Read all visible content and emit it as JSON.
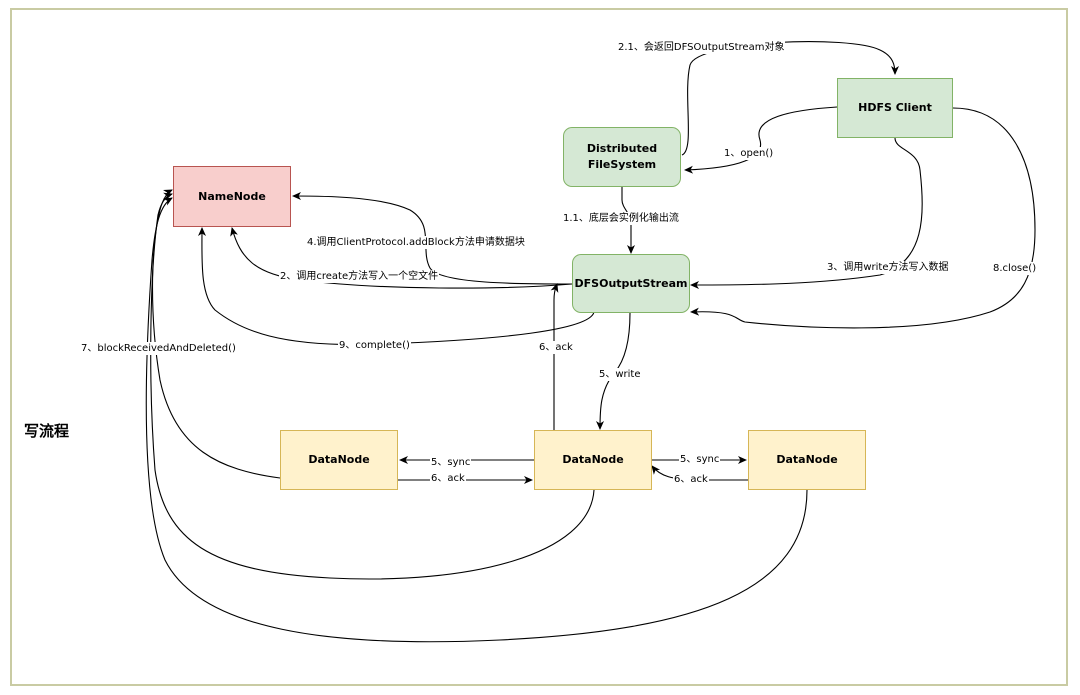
{
  "title": "写流程",
  "nodes": {
    "hdfs_client": "HDFS Client",
    "distributed_fs": "Distributed\nFileSystem",
    "namenode": "NameNode",
    "dfs_output_stream": "DFSOutputStream",
    "datanode_left": "DataNode",
    "datanode_mid": "DataNode",
    "datanode_right": "DataNode"
  },
  "edges": {
    "return_stream": "2.1、会返回DFSOutputStream对象",
    "open": "1、open()",
    "instantiate": "1.1、底层会实例化输出流",
    "add_block": "4.调用ClientProtocol.addBlock方法申请数据块",
    "create": "2、调用create方法写入一个空文件",
    "write_data": "3、调用write方法写入数据",
    "close": "8.close()",
    "block_received": "7、blockReceivedAndDeleted()",
    "complete": "9、complete()",
    "ack_up": "6、ack",
    "write": "5、write",
    "sync_left": "5、sync",
    "ack_left": "6、ack",
    "sync_right": "5、sync",
    "ack_right": "6、ack"
  },
  "colors": {
    "green_fill": "#d5e8d4",
    "green_stroke": "#82b366",
    "red_fill": "#f8cecc",
    "red_stroke": "#b85450",
    "yellow_fill": "#fff2cc",
    "yellow_stroke": "#d6b656"
  }
}
